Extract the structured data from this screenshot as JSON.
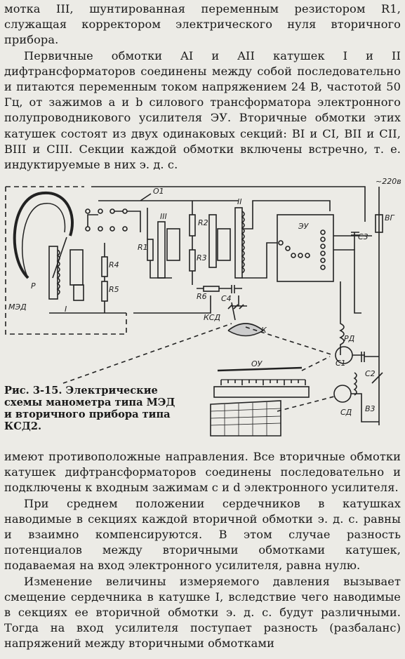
{
  "page": {
    "top_paragraphs": [
      "мотка III, шунтированная переменным резистором R1, служащая корректором электрического нуля вторичного прибора.",
      "Первичные обмотки AI и AII катушек I и II дифтрансформаторов соединены между собой последовательно и питаются переменным током напряжением 24 В, частотой 50 Гц, от зажимов a и b силового трансформатора электронного полупроводникового усилителя ЭУ. Вторичные обмотки этих катушек состоят из двух одинаковых секций: BI и CI, BII и CII, BIII и CIII. Секции каждой обмотки включены встречно, т. е. индуктируемые в них э. д. с."
    ],
    "figure": {
      "caption": "Рис. 3-15. Электрические схемы манометра типа МЭД и вторичного прибора типа КСД2.",
      "labels": {
        "supply": "~220в",
        "fuse": "ВГ",
        "switch_b3": "В3",
        "meter_med": "МЭД",
        "ksd": "КСД",
        "amplifier": "ЭУ",
        "ou": "ОУ",
        "ra": "РД",
        "sa": "СД",
        "r1": "R1",
        "r2": "R2",
        "r3": "R3",
        "r4": "R4",
        "r5": "R5",
        "r6": "R6",
        "c1": "С1",
        "c2": "С2",
        "c3": "С3",
        "c4": "С4",
        "k": "К",
        "p": "Р",
        "coil1": "I",
        "coil2": "II",
        "coil3": "III",
        "o1": "О1"
      }
    },
    "bottom_paragraphs": [
      "имеют противоположные направления. Все вторичные обмотки катушек дифтрансформаторов соединены последовательно и подключены к входным зажимам c и d электронного усилителя.",
      "При среднем положении сердечников в катушках наводимые в секциях каждой вторичной обмотки э. д. с. равны и взаимно компенсируются. В этом случае разность потенциалов между вторичными обмотками катушек, подаваемая на вход электронного усилителя, равна нулю.",
      "Изменение величины измеряемого давления вызывает смещение сердечника в катушке I, вследствие чего наводимые в секциях ее вторичной обмотки э. д. с. будут различными. Тогда на вход усилителя поступает разность (разбаланс) напряжений между вторичными обмотками"
    ]
  }
}
